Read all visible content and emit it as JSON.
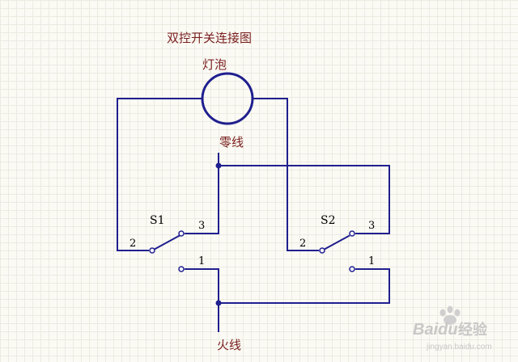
{
  "title": "双控开关连接图",
  "lamp_label": "灯泡",
  "neutral_label": "零线",
  "live_label": "火线",
  "switches": [
    {
      "name": "S1",
      "t1": "1",
      "t2": "2",
      "t3": "3"
    },
    {
      "name": "S2",
      "t1": "1",
      "t2": "2",
      "t3": "3"
    }
  ],
  "watermark": {
    "brand": "Baidu",
    "product": "经验",
    "url": "jingyan.baidu.com"
  },
  "colors": {
    "wire": "#1f1f8f",
    "chinese_text": "#7a1f1f",
    "background": "#fbfaf4"
  }
}
